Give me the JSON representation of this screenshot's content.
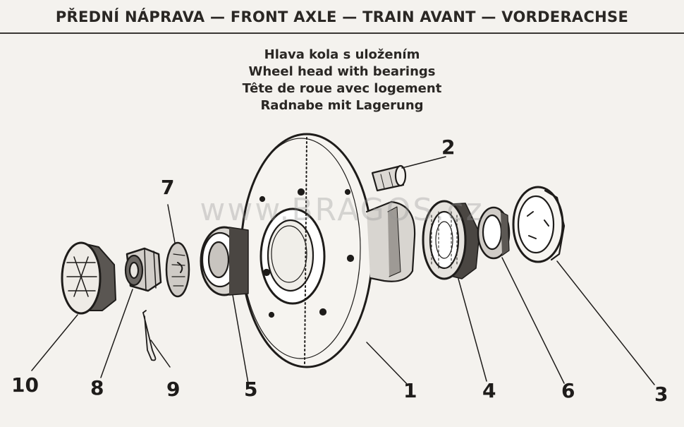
{
  "header": {
    "title": "PŘEDNÍ NÁPRAVA — FRONT AXLE — TRAIN AVANT — VORDERACHSE"
  },
  "subtitle": {
    "cz": "Hlava kola s uložením",
    "en": "Wheel head with bearings",
    "fr": "Tête de roue avec logement",
    "de": "Radnabe mit Lagerung"
  },
  "watermark": "www.BRAGOS.cz",
  "callouts": {
    "c1": "1",
    "c2": "2",
    "c3": "3",
    "c4": "4",
    "c5": "5",
    "c6": "6",
    "c7": "7",
    "c8": "8",
    "c9": "9",
    "c10": "10"
  },
  "colors": {
    "ink": "#1e1c1a",
    "paper": "#f4f2ee"
  }
}
